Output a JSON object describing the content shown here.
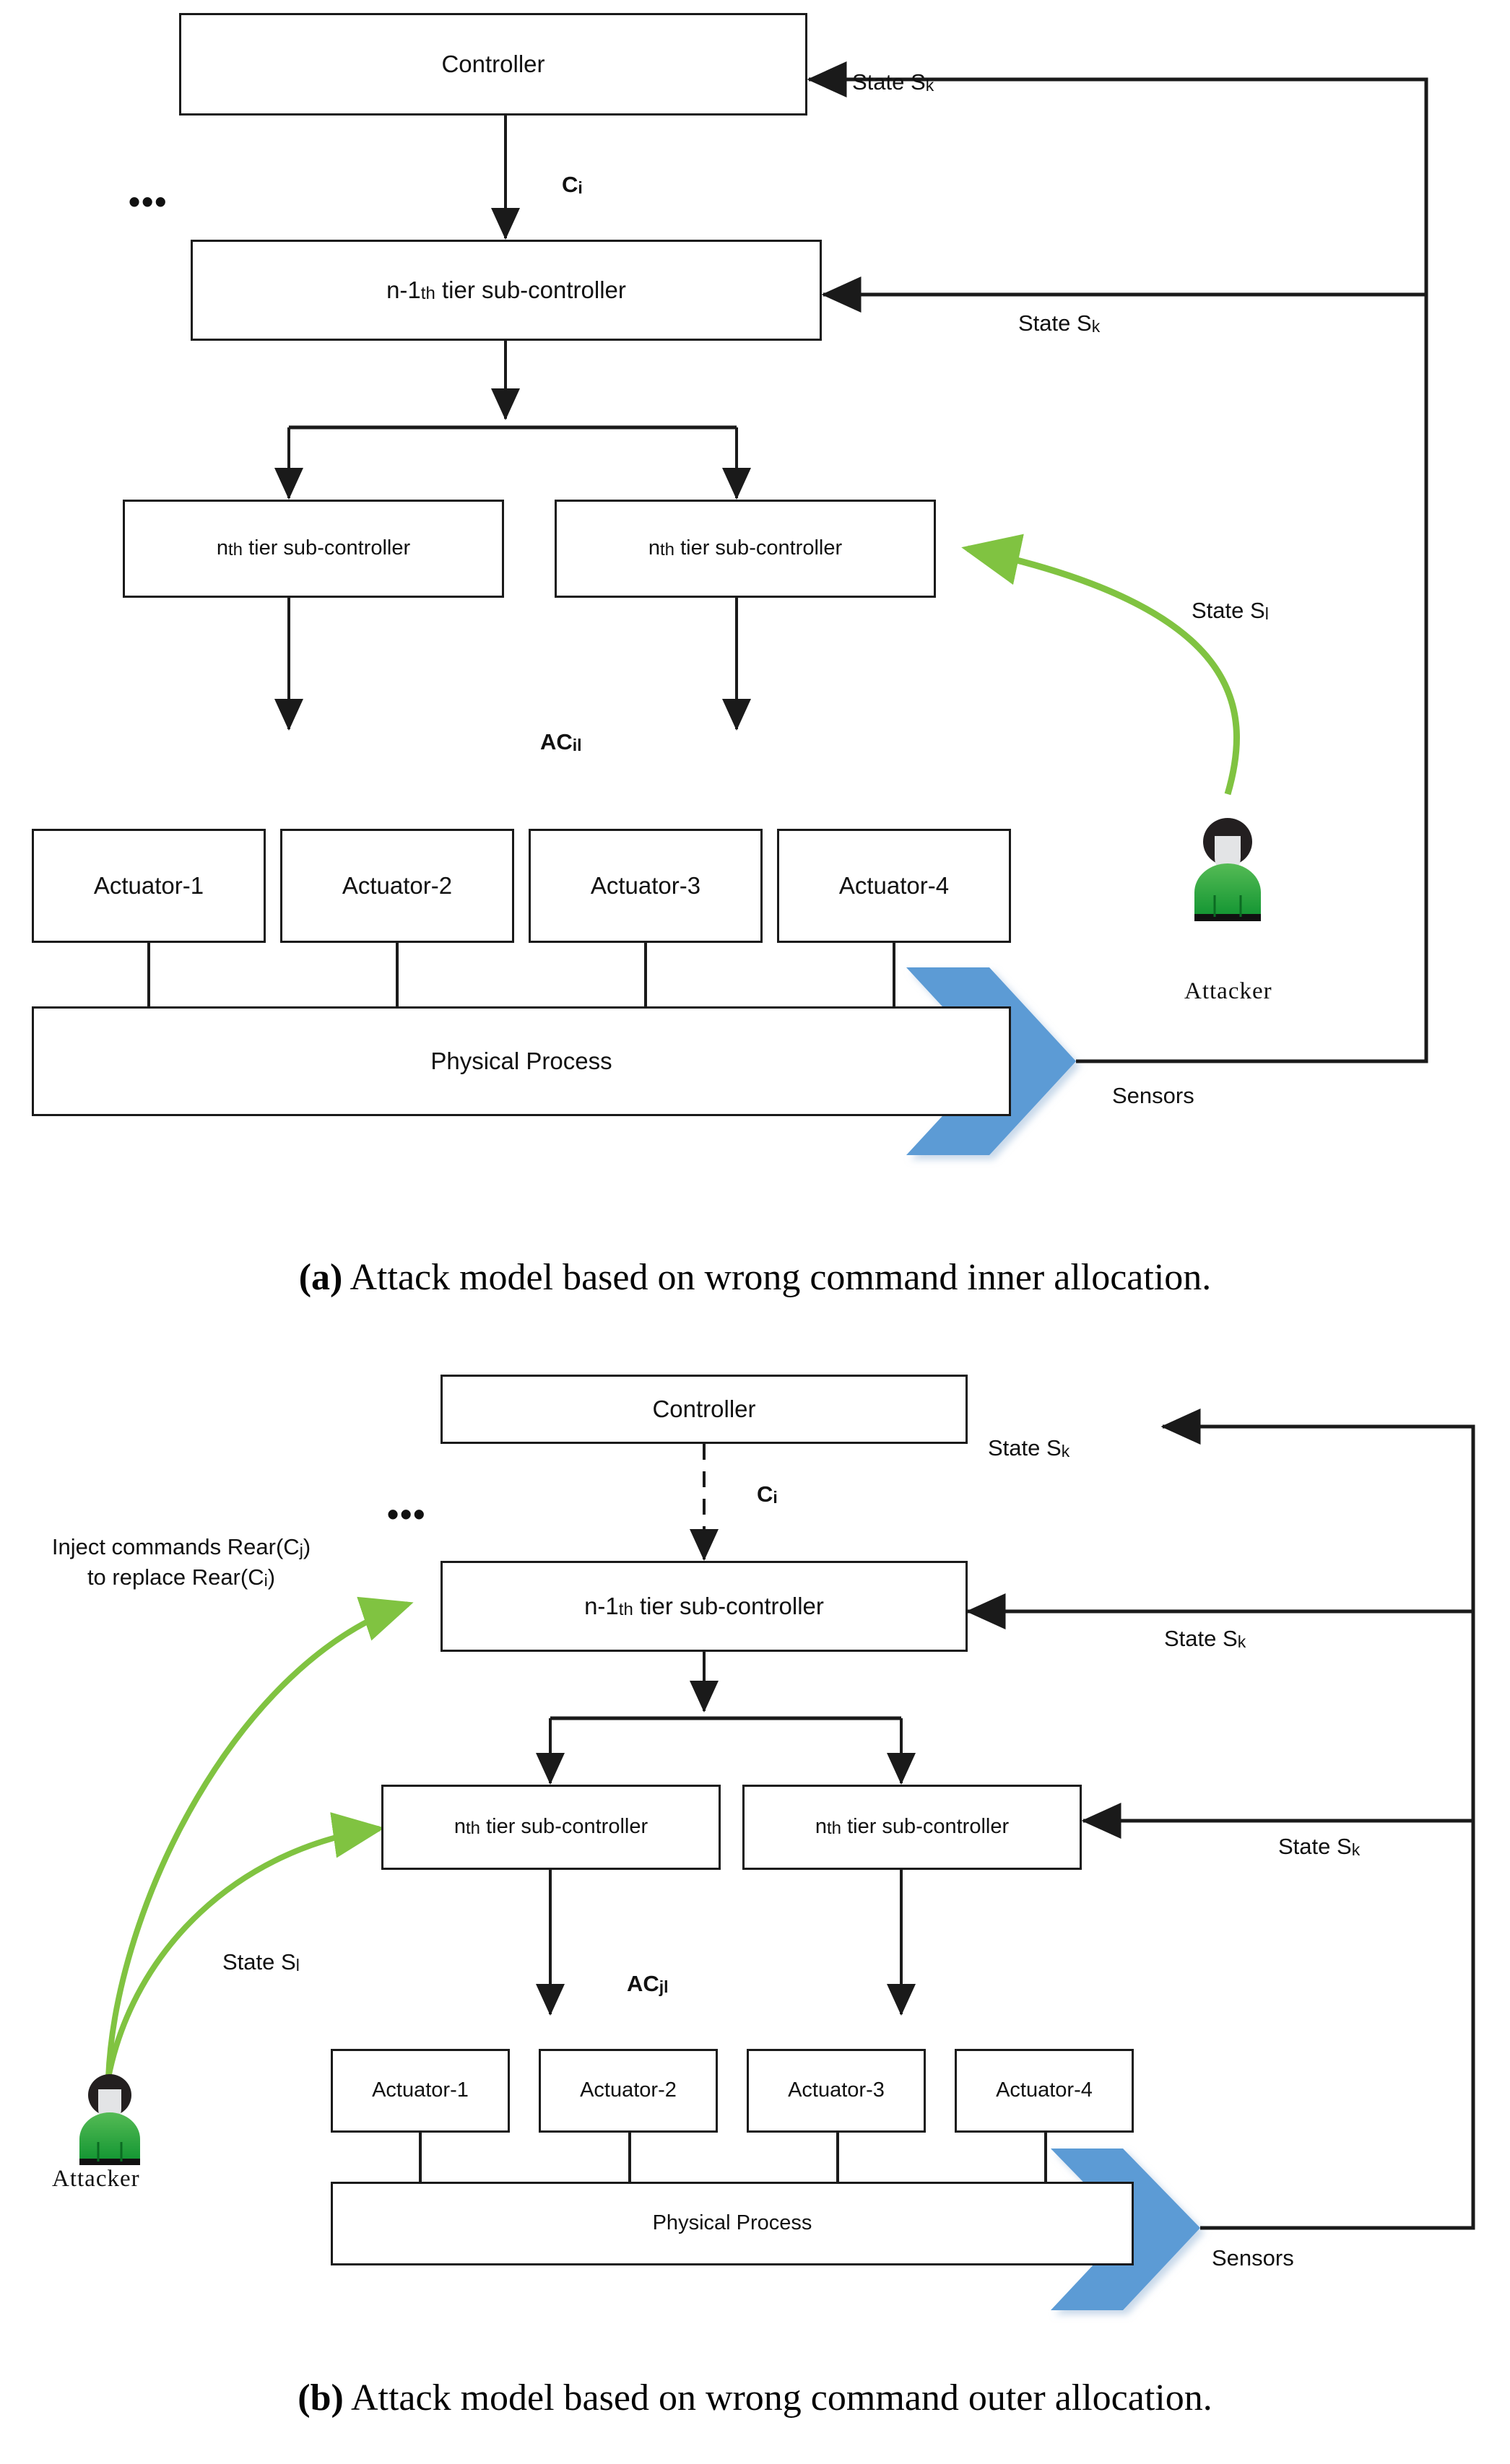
{
  "figure_a": {
    "caption_marker": "(a)",
    "caption_text": " Attack model based on wrong command inner allocation.",
    "nodes": {
      "controller": "Controller",
      "tier_n1": "n-1th tier sub-controller",
      "tier_n_left": "nth tier sub-controller",
      "tier_n_right": "nth tier sub-controller",
      "actuator_1": "Actuator-1",
      "actuator_2": "Actuator-2",
      "actuator_3": "Actuator-3",
      "actuator_4": "Actuator-4",
      "physical_process": "Physical Process"
    },
    "labels": {
      "state_sk_top": "State Sk",
      "state_sk_mid": "State Sk",
      "state_sl": "State Sl",
      "command_ci": "Ci",
      "allocation_acil": "ACil",
      "sensors": "Sensors",
      "attacker": "Attacker",
      "ellipsis": "•••"
    }
  },
  "figure_b": {
    "caption_marker": "(b)",
    "caption_text": " Attack model based on wrong command outer allocation.",
    "nodes": {
      "controller": "Controller",
      "tier_n1": "n-1th tier sub-controller",
      "tier_n_left": "nth tier sub-controller",
      "tier_n_right": "nth tier sub-controller",
      "actuator_1": "Actuator-1",
      "actuator_2": "Actuator-2",
      "actuator_3": "Actuator-3",
      "actuator_4": "Actuator-4",
      "physical_process": "Physical Process"
    },
    "labels": {
      "state_sk_top": "State Sk",
      "state_sk_mid": "State Sk",
      "state_sk_low": "State Sk",
      "state_sl": "State Sl",
      "command_ci": "Ci",
      "allocation_acjl": "ACjl",
      "sensors": "Sensors",
      "attacker": "Attacker",
      "inject_line1": "Inject commands Rear(Cj)",
      "inject_line2": "to replace Rear(Ci)",
      "ellipsis": "•••"
    }
  },
  "colors": {
    "line": "#1a1a1a",
    "attack_arrow": "#80c341",
    "sensor_chevron": "#5b9bd5",
    "attacker_shirt": "#2aa13c",
    "attacker_hair": "#231f20",
    "attacker_face": "#e3e4e6"
  }
}
